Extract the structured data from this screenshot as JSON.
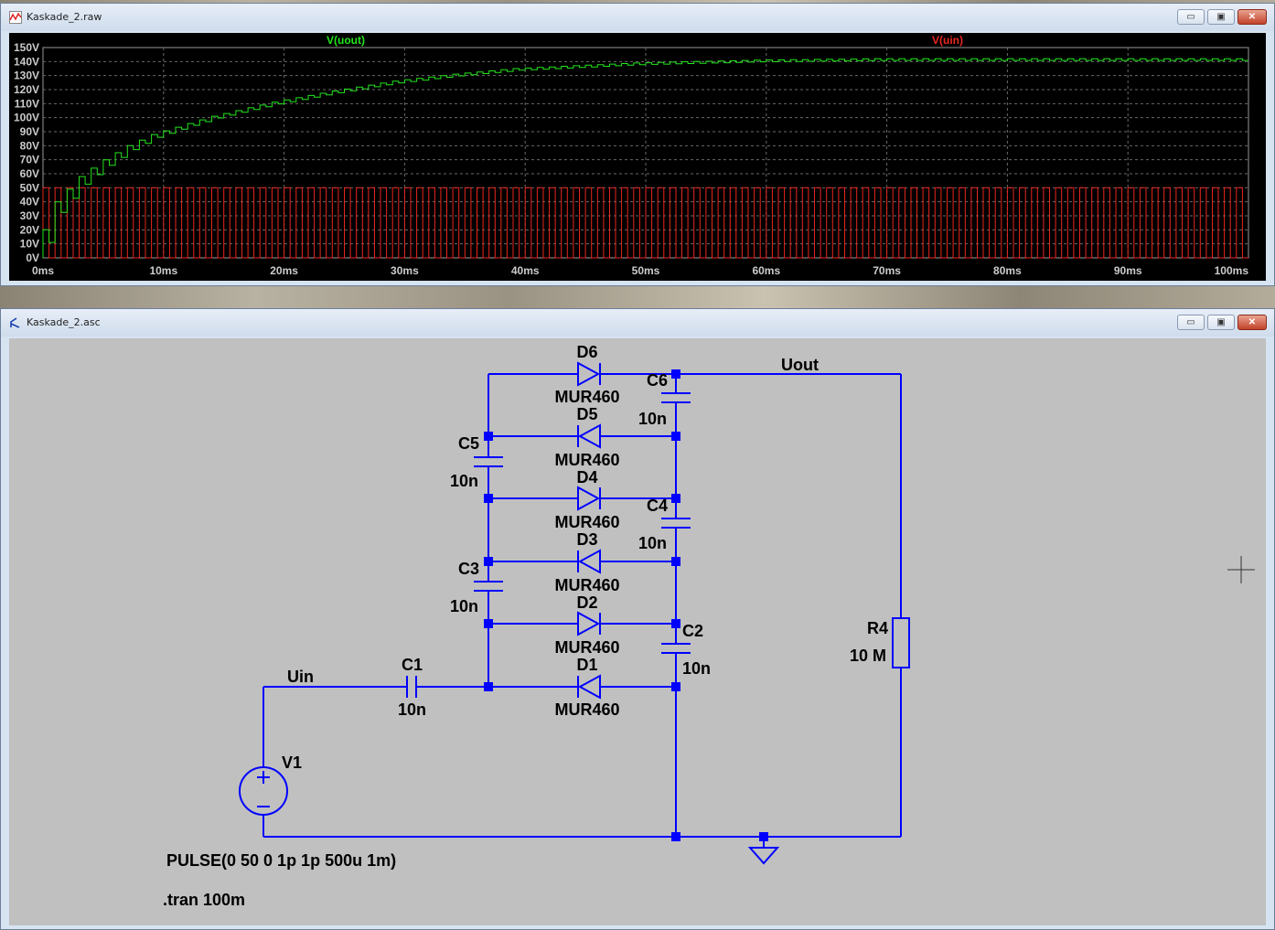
{
  "waveform_window": {
    "title": "Kaskade_2.raw",
    "buttons": {
      "minimize": "▭",
      "maximize": "▣",
      "close": "✕"
    }
  },
  "schematic_window": {
    "title": "Kaskade_2.asc",
    "buttons": {
      "minimize": "▭",
      "maximize": "▣",
      "close": "✕"
    }
  },
  "colors": {
    "uout": "#22e61c",
    "uin": "#e8261e",
    "wire": "#0000ff",
    "grid": "#6a6a6a"
  },
  "chart_data": {
    "type": "line",
    "xlabel": "",
    "ylabel": "",
    "x_ticks": [
      "0ms",
      "10ms",
      "20ms",
      "30ms",
      "40ms",
      "50ms",
      "60ms",
      "70ms",
      "80ms",
      "90ms",
      "100ms"
    ],
    "y_ticks": [
      "0V",
      "10V",
      "20V",
      "30V",
      "40V",
      "50V",
      "60V",
      "70V",
      "80V",
      "90V",
      "100V",
      "110V",
      "120V",
      "130V",
      "140V",
      "150V"
    ],
    "xlim": [
      0,
      100
    ],
    "ylim": [
      0,
      150
    ],
    "grid": true,
    "series": [
      {
        "name": "V(uout)",
        "color": "#22e61c",
        "x": [
          0,
          2,
          4,
          6,
          8,
          10,
          15,
          20,
          25,
          30,
          35,
          40,
          50,
          60,
          70,
          80,
          90,
          100
        ],
        "values": [
          0,
          40,
          58,
          70,
          80,
          88,
          101,
          111,
          119,
          126,
          131,
          135,
          139,
          141,
          142,
          142,
          142,
          142
        ]
      },
      {
        "name": "V(uin)",
        "color": "#e8261e",
        "square_wave": {
          "low": 0,
          "high": 50,
          "period_ms": 1,
          "duty": 0.5
        }
      }
    ]
  },
  "schematic": {
    "nets": {
      "uin": "Uin",
      "uout": "Uout"
    },
    "source": {
      "name": "V1",
      "spec": "PULSE(0 50 0 1p 1p 500u 1m)"
    },
    "directive": ".tran 100m",
    "resistor": {
      "name": "R4",
      "value": "10 M"
    },
    "capacitors": [
      {
        "name": "C1",
        "value": "10n"
      },
      {
        "name": "C2",
        "value": "10n"
      },
      {
        "name": "C3",
        "value": "10n"
      },
      {
        "name": "C4",
        "value": "10n"
      },
      {
        "name": "C5",
        "value": "10n"
      },
      {
        "name": "C6",
        "value": "10n"
      }
    ],
    "diodes": [
      {
        "name": "D1",
        "model": "MUR460"
      },
      {
        "name": "D2",
        "model": "MUR460"
      },
      {
        "name": "D3",
        "model": "MUR460"
      },
      {
        "name": "D4",
        "model": "MUR460"
      },
      {
        "name": "D5",
        "model": "MUR460"
      },
      {
        "name": "D6",
        "model": "MUR460"
      }
    ]
  }
}
